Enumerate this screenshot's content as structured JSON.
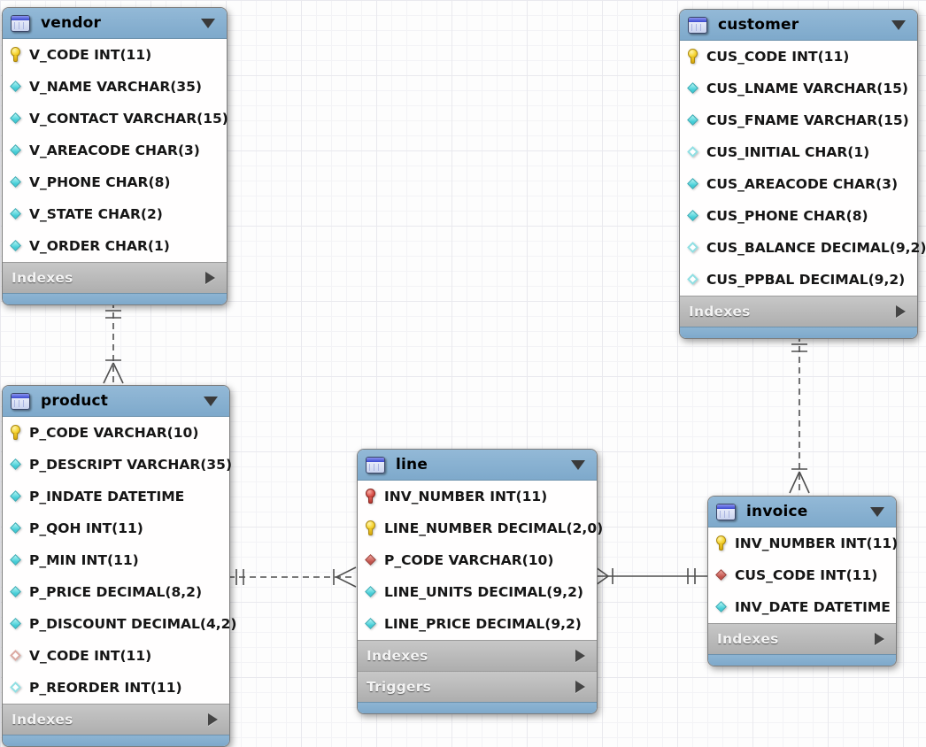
{
  "tables": [
    {
      "id": "vendor",
      "title": "vendor",
      "columns": [
        {
          "name": "V_CODE INT(11)",
          "icon": "key-yellow"
        },
        {
          "name": "V_NAME VARCHAR(35)",
          "icon": "diamond-cyan"
        },
        {
          "name": "V_CONTACT VARCHAR(15)",
          "icon": "diamond-cyan"
        },
        {
          "name": "V_AREACODE CHAR(3)",
          "icon": "diamond-cyan"
        },
        {
          "name": "V_PHONE CHAR(8)",
          "icon": "diamond-cyan"
        },
        {
          "name": "V_STATE CHAR(2)",
          "icon": "diamond-cyan"
        },
        {
          "name": "V_ORDER CHAR(1)",
          "icon": "diamond-cyan"
        }
      ],
      "sections": [
        "Indexes"
      ]
    },
    {
      "id": "customer",
      "title": "customer",
      "columns": [
        {
          "name": "CUS_CODE INT(11)",
          "icon": "key-yellow"
        },
        {
          "name": "CUS_LNAME VARCHAR(15)",
          "icon": "diamond-cyan"
        },
        {
          "name": "CUS_FNAME VARCHAR(15)",
          "icon": "diamond-cyan"
        },
        {
          "name": "CUS_INITIAL CHAR(1)",
          "icon": "diamond-cyan-hollow"
        },
        {
          "name": "CUS_AREACODE CHAR(3)",
          "icon": "diamond-cyan"
        },
        {
          "name": "CUS_PHONE CHAR(8)",
          "icon": "diamond-cyan"
        },
        {
          "name": "CUS_BALANCE DECIMAL(9,2)",
          "icon": "diamond-cyan-hollow"
        },
        {
          "name": "CUS_PPBAL DECIMAL(9,2)",
          "icon": "diamond-cyan-hollow"
        }
      ],
      "sections": [
        "Indexes"
      ]
    },
    {
      "id": "product",
      "title": "product",
      "columns": [
        {
          "name": "P_CODE VARCHAR(10)",
          "icon": "key-yellow"
        },
        {
          "name": "P_DESCRIPT VARCHAR(35)",
          "icon": "diamond-cyan"
        },
        {
          "name": "P_INDATE DATETIME",
          "icon": "diamond-cyan"
        },
        {
          "name": "P_QOH INT(11)",
          "icon": "diamond-cyan"
        },
        {
          "name": "P_MIN INT(11)",
          "icon": "diamond-cyan"
        },
        {
          "name": "P_PRICE DECIMAL(8,2)",
          "icon": "diamond-cyan"
        },
        {
          "name": "P_DISCOUNT DECIMAL(4,2)",
          "icon": "diamond-cyan"
        },
        {
          "name": "V_CODE INT(11)",
          "icon": "diamond-red-hollow"
        },
        {
          "name": "P_REORDER INT(11)",
          "icon": "diamond-cyan-hollow"
        }
      ],
      "sections": [
        "Indexes"
      ]
    },
    {
      "id": "line",
      "title": "line",
      "columns": [
        {
          "name": "INV_NUMBER INT(11)",
          "icon": "key-red"
        },
        {
          "name": "LINE_NUMBER DECIMAL(2,0)",
          "icon": "key-yellow"
        },
        {
          "name": "P_CODE VARCHAR(10)",
          "icon": "diamond-red"
        },
        {
          "name": "LINE_UNITS DECIMAL(9,2)",
          "icon": "diamond-cyan"
        },
        {
          "name": "LINE_PRICE DECIMAL(9,2)",
          "icon": "diamond-cyan"
        }
      ],
      "sections": [
        "Indexes",
        "Triggers"
      ]
    },
    {
      "id": "invoice",
      "title": "invoice",
      "columns": [
        {
          "name": "INV_NUMBER INT(11)",
          "icon": "key-yellow"
        },
        {
          "name": "CUS_CODE INT(11)",
          "icon": "diamond-red"
        },
        {
          "name": "INV_DATE DATETIME",
          "icon": "diamond-cyan"
        }
      ],
      "sections": [
        "Indexes"
      ]
    }
  ],
  "connectors": [
    {
      "from": "vendor",
      "to": "line-table-product",
      "style": "dashed",
      "one_side": "vendor",
      "many_side": "product"
    },
    {
      "from": "customer",
      "to": "invoice",
      "style": "dashed",
      "one_side": "customer",
      "many_side": "invoice"
    },
    {
      "from": "product",
      "to": "line",
      "style": "dashed",
      "one_side": "product",
      "many_side": "line"
    },
    {
      "from": "invoice",
      "to": "line",
      "style": "solid",
      "one_side": "invoice",
      "many_side": "line"
    }
  ],
  "colors": {
    "header_blue": "#7EA9CB",
    "section_gray": "#B9B9B9",
    "body_white": "#FFFEFE",
    "key_yellow": "#F6D535",
    "key_red": "#D9534C",
    "diamond_cyan": "#41CCD6",
    "diamond_red": "#C2524B",
    "connector_gray": "#4F4F4F"
  }
}
